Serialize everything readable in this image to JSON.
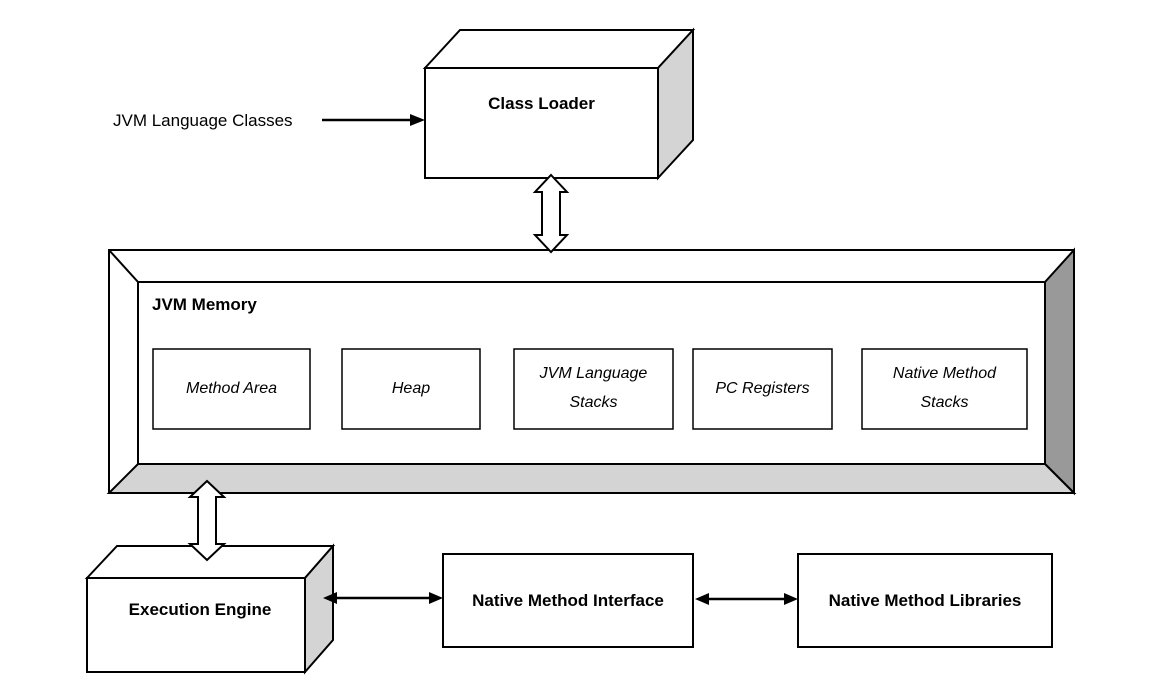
{
  "diagram": {
    "type": "architecture-block-diagram",
    "subject": "JVM Architecture",
    "colors": {
      "line": "#000000",
      "box_fill": "#ffffff",
      "side_face_gray": "#d4d4d4",
      "frame_right_bevel_gray": "#999999",
      "frame_bottom_bevel_gray": "#d4d4d4",
      "background": "#ffffff",
      "text": "#000000"
    },
    "nodes": {
      "input_classes": {
        "label": "JVM Language Classes"
      },
      "class_loader": {
        "label": "Class Loader"
      },
      "jvm_memory": {
        "label": "JVM Memory",
        "components": [
          {
            "label": "Method Area"
          },
          {
            "label": "Heap"
          },
          {
            "label": "JVM Language Stacks"
          },
          {
            "label": "PC Registers"
          },
          {
            "label": "Native Method Stacks"
          }
        ]
      },
      "execution_engine": {
        "label": "Execution Engine"
      },
      "native_method_interface": {
        "label": "Native Method Interface"
      },
      "native_method_libraries": {
        "label": "Native Method Libraries"
      }
    },
    "edges": [
      {
        "from": "JVM Language Classes",
        "to": "Class Loader",
        "style": "solid-arrow",
        "direction": "one-way"
      },
      {
        "from": "Class Loader",
        "to": "JVM Memory",
        "style": "hollow-arrow",
        "direction": "two-way"
      },
      {
        "from": "JVM Memory",
        "to": "Execution Engine",
        "style": "hollow-arrow",
        "direction": "two-way"
      },
      {
        "from": "Execution Engine",
        "to": "Native Method Interface",
        "style": "solid-arrow",
        "direction": "two-way"
      },
      {
        "from": "Native Method Interface",
        "to": "Native Method Libraries",
        "style": "solid-arrow",
        "direction": "two-way"
      }
    ]
  }
}
